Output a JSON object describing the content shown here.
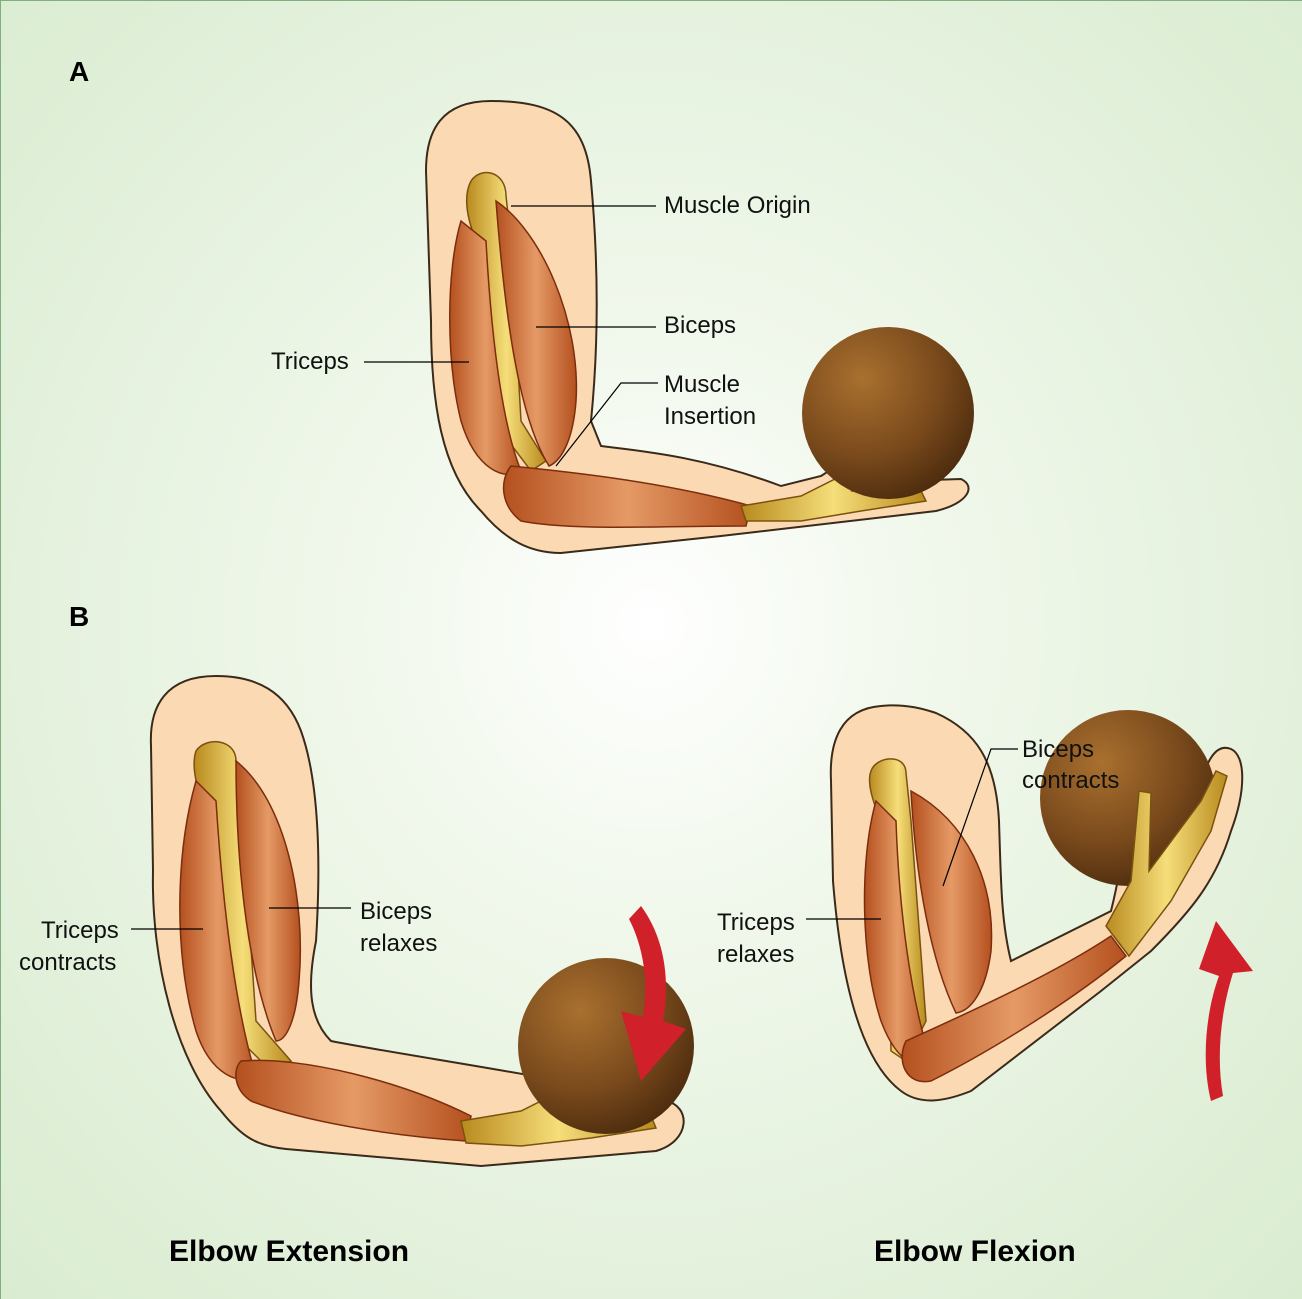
{
  "panel_a": {
    "letter": "A",
    "labels": {
      "muscle_origin": "Muscle Origin",
      "biceps": "Biceps",
      "triceps": "Triceps",
      "muscle_insertion_line1": "Muscle",
      "muscle_insertion_line2": "Insertion"
    }
  },
  "panel_b": {
    "letter": "B",
    "extension": {
      "triceps_line1": "Triceps",
      "triceps_line2": "contracts",
      "biceps_line1": "Biceps",
      "biceps_line2": "relaxes",
      "caption": "Elbow Extension"
    },
    "flexion": {
      "biceps_line1": "Biceps",
      "biceps_line2": "contracts",
      "triceps_line1": "Triceps",
      "triceps_line2": "relaxes",
      "caption": "Elbow Flexion"
    }
  },
  "colors": {
    "background": "#e3f1dc",
    "skin": "#fbd9b3",
    "muscle": "#c9622e",
    "bone": "#e8c24a",
    "ball": "#7a4a1c",
    "arrow": "#d0202a"
  },
  "icons": [
    "arm-muscle-illustration",
    "ball-icon",
    "down-arrow-icon",
    "up-arrow-icon"
  ]
}
